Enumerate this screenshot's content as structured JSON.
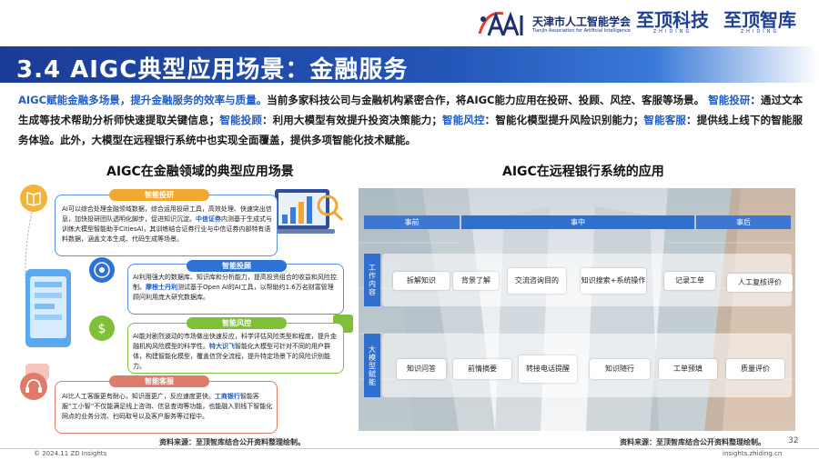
{
  "header": {
    "assoc_cn": "天津市人工智能学会",
    "assoc_en": "Tianjin Association for Artificial Intelligence",
    "brand1": "至顶科技",
    "brand1_sub": "ZHIDING",
    "brand2": "至顶智库",
    "brand2_sub": "ZHIDING",
    "logo_mark": "TAAI"
  },
  "title": "3.4 AIGC典型应用场景：金融服务",
  "intro": {
    "lead": "AIGC赋能金融多场景，提升金融服务的效率与质量。",
    "p1": "当前多家科技公司与金融机构紧密合作，将AIGC能力应用在投研、投顾、风控、客服等场景。",
    "t1": "智能投研",
    "d1": "：通过文本生成等技术帮助分析师快速提取关键信息；",
    "t2": "智能投顾",
    "d2": "：利用大模型有效提升投资决策能力；",
    "t3": "智能风控",
    "d3": "：智能化模型提升风险识别能力；",
    "t4": "智能客服",
    "d4": "：提供线上线下的智能服务体验。此外，大模型在远程银行系统中也实现全面覆盖，提供多项智能化技术赋能。"
  },
  "left": {
    "title": "AIGC在金融领域的典型应用场景",
    "cards": [
      {
        "tag": "智能投研",
        "text_a": "AI可以综合处理金融领域数据，综合运用投研工具，高效处理、快速突出信息，加快投研团队透明化脚步，促进知识沉淀。",
        "hl": "中信证券",
        "text_b": "内测基于生成式与训练大模型智能助手CitiesAI，其训练结合证券行业与中信证券内部特有语料数据，涵盖文本生成、代码生成等场景。"
      },
      {
        "tag": "智能投顾",
        "text_a": "AI利用强大的数据库、知识库和分析能力，提高投资组合的收益和风险控制。",
        "hl": "摩根士丹利",
        "text_b": "测试基于Open AI的AI工具，以帮助约1.6万名财富管理顾问利用庞大研究数据库。"
      },
      {
        "tag": "智能风控",
        "text_a": "AI能对剧烈波动的市场做出快速反应，科学评估风险类型和程度，提升金融机构风险模型的科学性。",
        "hl": "特大识飞",
        "text_b": "智能化大模型可针对不同的用户群体，构建智能化模型，覆盖信贷全流程，提升特定场景下的风险识别能力。"
      },
      {
        "tag": "智能客服",
        "text_a": "AI比人工客服更有耐心，知识面更广，反应速度更快。",
        "hl": "工商银行",
        "text_b": "智能客服“工小智”不仅能满足线上咨询、信息查询等功能，也能融入到线下智能化网点的业务分流、扫码取号以及客户服务等过程中。"
      }
    ],
    "source": "资料来源：至顶智库结合公开资料整理绘制。"
  },
  "right": {
    "title": "AIGC在远程银行系统的应用",
    "phases": [
      "事前",
      "事中",
      "事后"
    ],
    "row1_label": "工作内容",
    "row1": [
      "拆解知识",
      "背景了解",
      "交流咨询目的",
      "知识搜索+系统操作",
      "记录工单",
      "人工复核评价"
    ],
    "row2_label": "大模型赋能",
    "row2": [
      "知识问答",
      "前情摘要",
      "转接电话提醒",
      "知识随行",
      "工单预填",
      "质量评价"
    ],
    "source": "资料来源：至顶智库结合公开资料整理绘制。"
  },
  "footer": {
    "left": "© 2024.11 ZD Insights",
    "right": "insights.zhiding.cn",
    "page": "32"
  },
  "colors": {
    "title_bar": "#1a3c97",
    "accent_blue": "#1f5cc4",
    "orange": "#f0a830",
    "green": "#7fbf3a",
    "coral": "#e07a6b"
  }
}
